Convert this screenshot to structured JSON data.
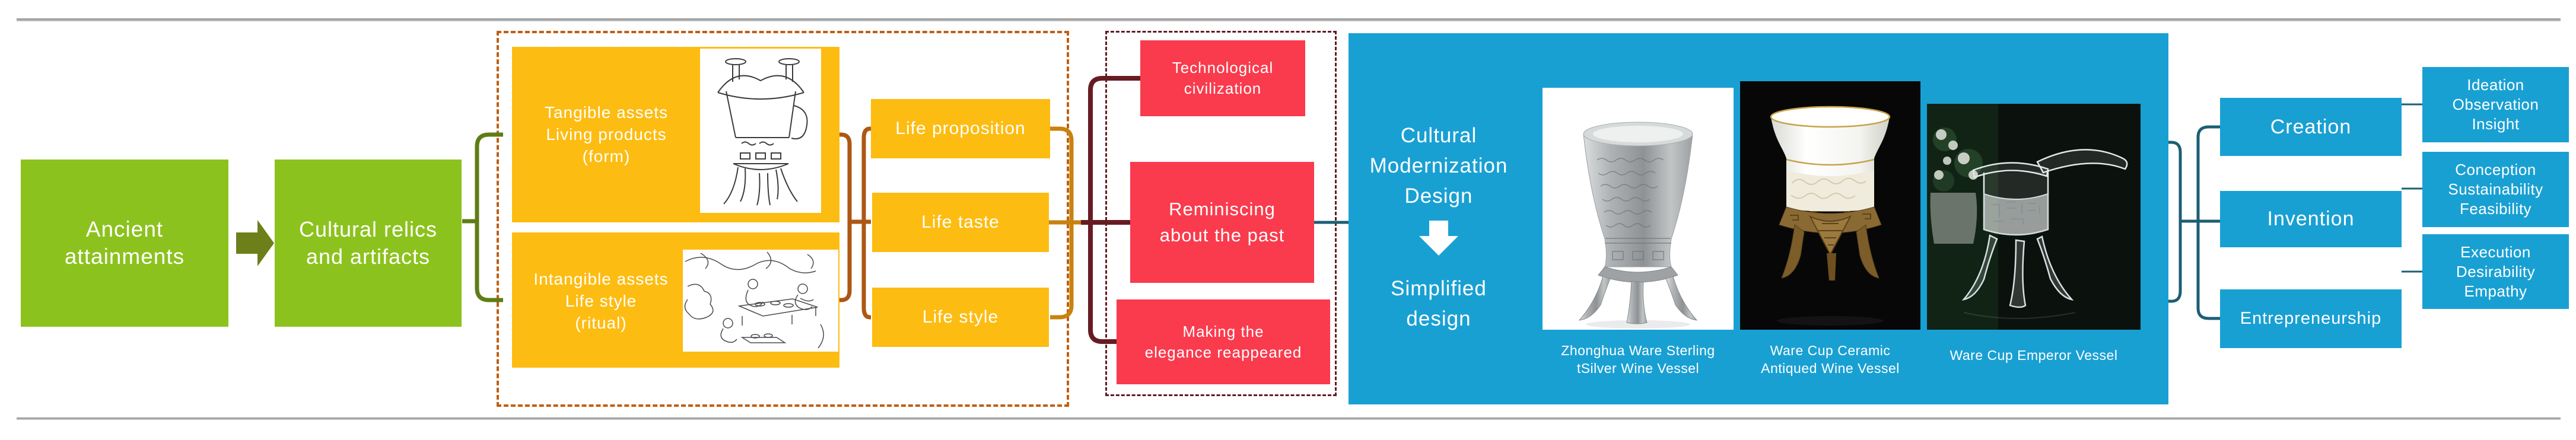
{
  "palette": {
    "green": "#8cc21e",
    "olive_arrow": "#6d7f1a",
    "green_brace": "#5f7d17",
    "yellow": "#fdbc11",
    "orange_dash": "#c05e10",
    "brown_brace": "#ad5714",
    "gold_brace": "#c8820f",
    "maroon_brace": "#671c23",
    "maroon_dash": "#5e1c23",
    "red": "#f93b4d",
    "blue": "#19a0d3",
    "teal": "#1b5f74",
    "gray_rule": "#a8a8a8"
  },
  "stage1": {
    "line1": "Ancient",
    "line2": "attainments"
  },
  "stage2": {
    "line1": "Cultural relics",
    "line2": "and artifacts"
  },
  "assets": {
    "tangible": {
      "line1": "Tangible assets",
      "line2": "Living products",
      "line3": "(form)",
      "image": "jue-vessel-line-drawing"
    },
    "intangible": {
      "line1": "Intangible assets",
      "line2": "Life style",
      "line3": "(ritual)",
      "image": "banquet-scene-line-drawing"
    }
  },
  "life": {
    "item1": "Life proposition",
    "item2": "Life taste",
    "item3": "Life style"
  },
  "values": {
    "item1": {
      "line1": "Technological",
      "line2": "civilization"
    },
    "item2": {
      "line1": "Reminiscing",
      "line2": "about the past"
    },
    "item3": {
      "line1": "Making the",
      "line2": "elegance reappeared"
    }
  },
  "design": {
    "headline1": "Cultural",
    "headline2": "Modernization",
    "headline3": "Design",
    "result1": "Simplified",
    "result2": "design",
    "products": [
      {
        "caption1": "Zhonghua Ware Sterling",
        "caption2": "tSilver Wine Vessel",
        "image": "sterling-silver-wine-vessel-photo"
      },
      {
        "caption1": "Ware Cup Ceramic",
        "caption2": "Antiqued Wine Vessel",
        "image": "ceramic-antiqued-wine-vessel-photo"
      },
      {
        "caption1": "Ware Cup Emperor Vessel",
        "image": "emperor-wine-vessel-photo"
      }
    ]
  },
  "outcomes": {
    "items": [
      {
        "label": "Creation",
        "trait1": "Ideation",
        "trait2": "Observation",
        "trait3": "Insight"
      },
      {
        "label": "Invention",
        "trait1": "Conception",
        "trait2": "Sustainability",
        "trait3": "Feasibility"
      },
      {
        "label": "Entrepreneurship",
        "trait1": "Execution",
        "trait2": "Desirability",
        "trait3": "Empathy"
      }
    ]
  }
}
